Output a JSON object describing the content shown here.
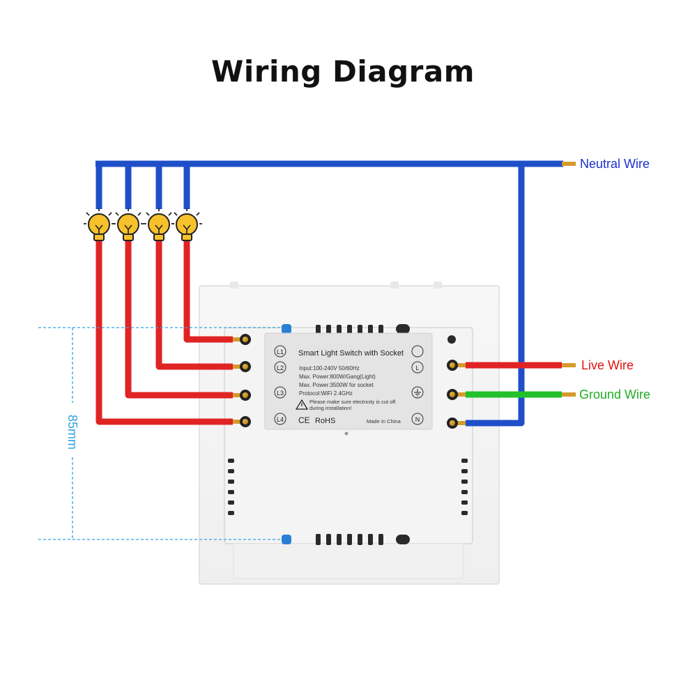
{
  "title": "Wiring Diagram",
  "wire_labels": {
    "neutral": "Neutral Wire",
    "live": "Live Wire",
    "ground": "Ground Wire"
  },
  "dimension": "85mm",
  "device_label": {
    "title": "Smart Light Switch with Socket",
    "spec_lines": [
      "Input:100-240V 50/60Hz",
      "Max. Power:800W/Gang(Light)",
      "Max. Power:3500W for socket",
      "Protocol:WiFi 2.4GHz"
    ],
    "warning": [
      "Please make sure electricity is cut off",
      "during installation!"
    ],
    "certs": [
      "CE",
      "RoHS"
    ],
    "origin": "Made In China"
  },
  "terminals_left": [
    "L1",
    "L2",
    "L3",
    "L4"
  ],
  "terminals_right": [
    "L",
    "N"
  ],
  "colors": {
    "neutral": "#1f4fc8",
    "live": "#e02424",
    "ground": "#22c02a",
    "neutral_label": "#1a2fcf",
    "live_label": "#e01010",
    "ground_label": "#1fae1f",
    "dimension": "#2fa4e0",
    "bulb": "#f7c12c"
  },
  "icons": [
    "light-bulb-icon",
    "ground-symbol-icon",
    "warning-icon"
  ]
}
